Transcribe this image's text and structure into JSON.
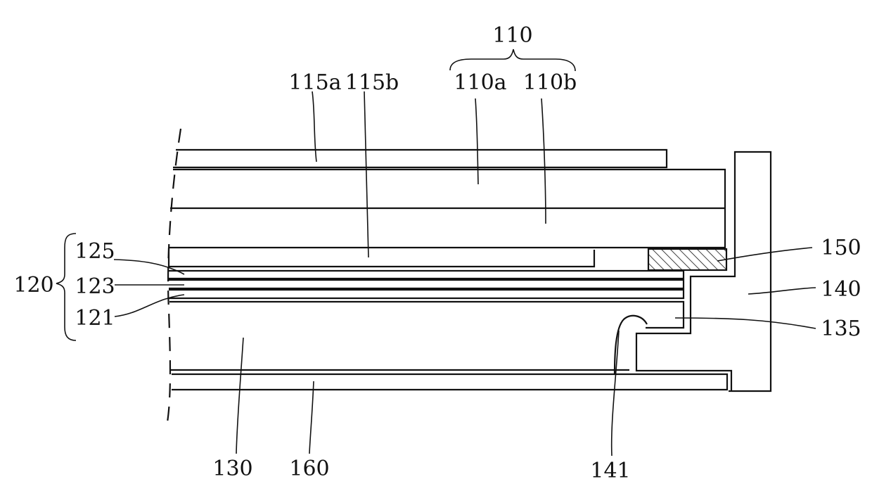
{
  "labels": {
    "l110": "110",
    "l115a": "115a",
    "l115b": "115b",
    "l110a": "110a",
    "l110b": "110b",
    "l120": "120",
    "l125": "125",
    "l123": "123",
    "l121": "121",
    "l150": "150",
    "l140": "140",
    "l135": "135",
    "l130": "130",
    "l160": "160",
    "l141": "141"
  }
}
